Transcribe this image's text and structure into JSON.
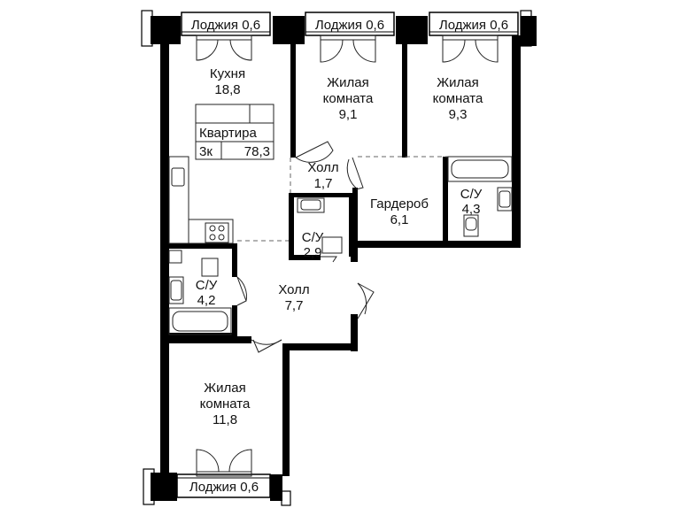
{
  "loggias": [
    {
      "label": "Лоджия 0,6"
    },
    {
      "label": "Лоджия 0,6"
    },
    {
      "label": "Лоджия 0,6"
    },
    {
      "label": "Лоджия 0,6"
    }
  ],
  "rooms": {
    "kitchen": {
      "name": "Кухня",
      "area": "18,8"
    },
    "living1": {
      "name_line1": "Жилая",
      "name_line2": "комната",
      "area": "9,1"
    },
    "living2": {
      "name_line1": "Жилая",
      "name_line2": "комната",
      "area": "9,3"
    },
    "hall_small": {
      "name": "Холл",
      "area": "1,7"
    },
    "wardrobe": {
      "name": "Гардероб",
      "area": "6,1"
    },
    "bath_right": {
      "name": "С/У",
      "area": "4,3"
    },
    "bath_center": {
      "name": "С/У",
      "area": "2,9"
    },
    "bath_left": {
      "name": "С/У",
      "area": "4,2"
    },
    "hall_main": {
      "name": "Холл",
      "area": "7,7"
    },
    "living3": {
      "name_line1": "Жилая",
      "name_line2": "комната",
      "area": "11,8"
    }
  },
  "apartment_info": {
    "title": "Квартира",
    "type": "3к",
    "area": "78,3"
  },
  "colors": {
    "wall": "#000000",
    "line": "#222222",
    "background": "#ffffff"
  }
}
